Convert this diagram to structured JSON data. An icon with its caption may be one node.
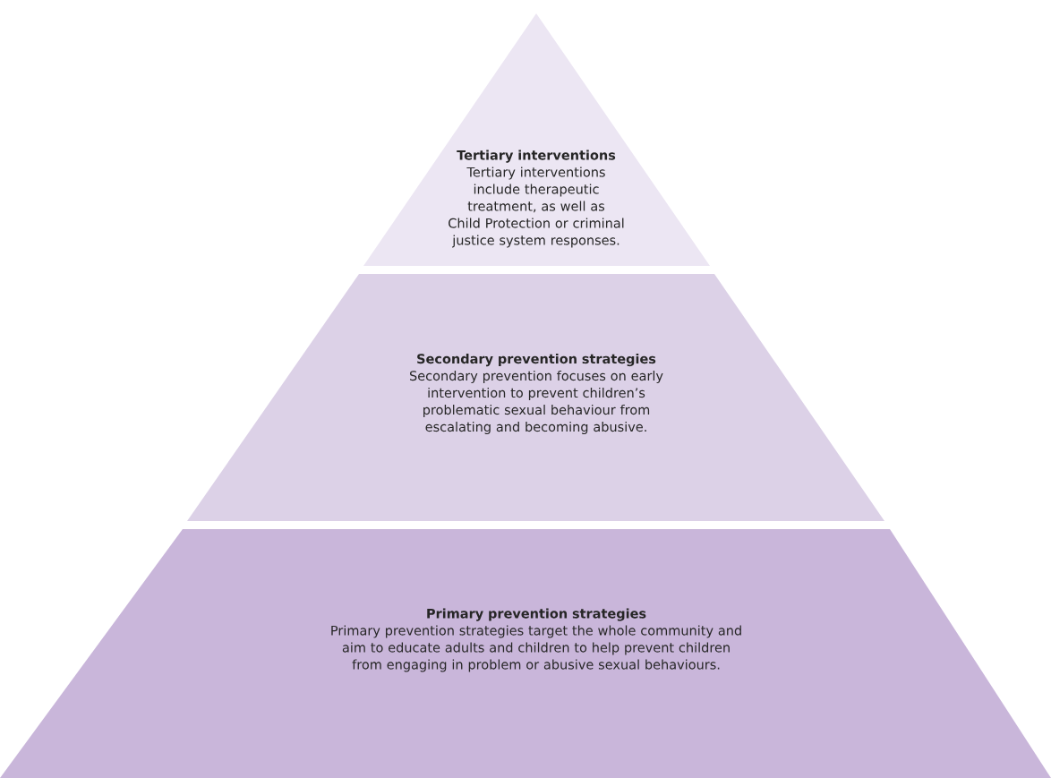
{
  "diagram": {
    "nodes": [
      {
        "text": [
          "Tertiary interventions",
          "Tertiary interventions include therapeutic treatment, as well as Child Protection or criminal justice system responses."
        ]
      },
      {
        "text": [
          "Secondary prevention strategies",
          "Secondary prevention focuses on early intervention to prevent children’s problematic sexual behaviour from escalating and becoming abusive."
        ]
      },
      {
        "text": [
          "Primary prevention strategies",
          "Primary prevention strategies target the whole community and aim to educate adults and children to help prevent children from engaging in problem or abusive sexual behaviours."
        ]
      }
    ]
  }
}
